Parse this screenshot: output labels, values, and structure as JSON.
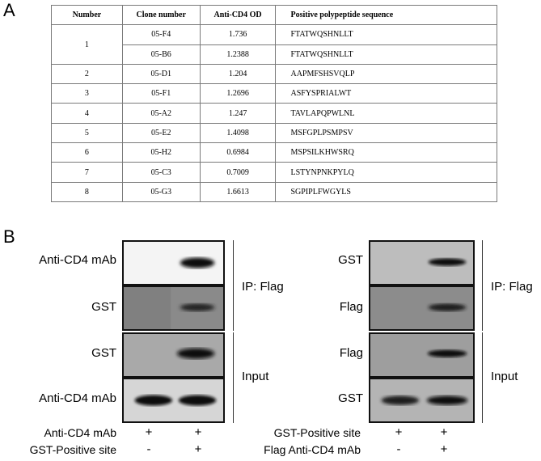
{
  "panel_a": {
    "label": "A",
    "headers": [
      "Number",
      "Clone number",
      "Anti-CD4 OD",
      "Positive polypeptide sequence"
    ],
    "rows": [
      {
        "number": "1",
        "clone": "05-F4",
        "od": "1.736",
        "seq": "FTATWQSHNLLT"
      },
      {
        "number": "",
        "clone": "05-B6",
        "od": "1.2388",
        "seq": "FTATWQSHNLLT"
      },
      {
        "number": "2",
        "clone": "05-D1",
        "od": "1.204",
        "seq": "AAPMFSHSVQLP"
      },
      {
        "number": "3",
        "clone": "05-F1",
        "od": "1.2696",
        "seq": "ASFYSPRIALWT"
      },
      {
        "number": "4",
        "clone": "05-A2",
        "od": "1.247",
        "seq": "TAVLAPQPWLNL"
      },
      {
        "number": "5",
        "clone": "05-E2",
        "od": "1.4098",
        "seq": "MSFGPLPSMPSV"
      },
      {
        "number": "6",
        "clone": "05-H2",
        "od": "0.6984",
        "seq": "MSPSILKHWSRQ"
      },
      {
        "number": "7",
        "clone": "05-C3",
        "od": "0.7009",
        "seq": "LSTYNPNKPYLQ"
      },
      {
        "number": "8",
        "clone": "05-G3",
        "od": "1.6613",
        "seq": "SGPIPLFWGYLS"
      }
    ]
  },
  "panel_b": {
    "label": "B",
    "left": {
      "row_labels": [
        "Anti-CD4 mAb",
        "GST",
        "GST",
        "Anti-CD4 mAb"
      ],
      "group_labels": [
        "IP: Flag",
        "Input"
      ],
      "conditions": [
        {
          "label": "Anti-CD4 mAb",
          "signs": [
            "+",
            "+"
          ]
        },
        {
          "label": "GST-Positive site",
          "signs": [
            "-",
            "+"
          ]
        }
      ]
    },
    "right": {
      "row_labels": [
        "GST",
        "Flag",
        "Flag",
        "GST"
      ],
      "group_labels": [
        "IP: Flag",
        "Input"
      ],
      "conditions": [
        {
          "label": "GST-Positive site",
          "signs": [
            "+",
            "+"
          ]
        },
        {
          "label": "Flag Anti-CD4 mAb",
          "signs": [
            "-",
            "+"
          ]
        }
      ]
    }
  }
}
